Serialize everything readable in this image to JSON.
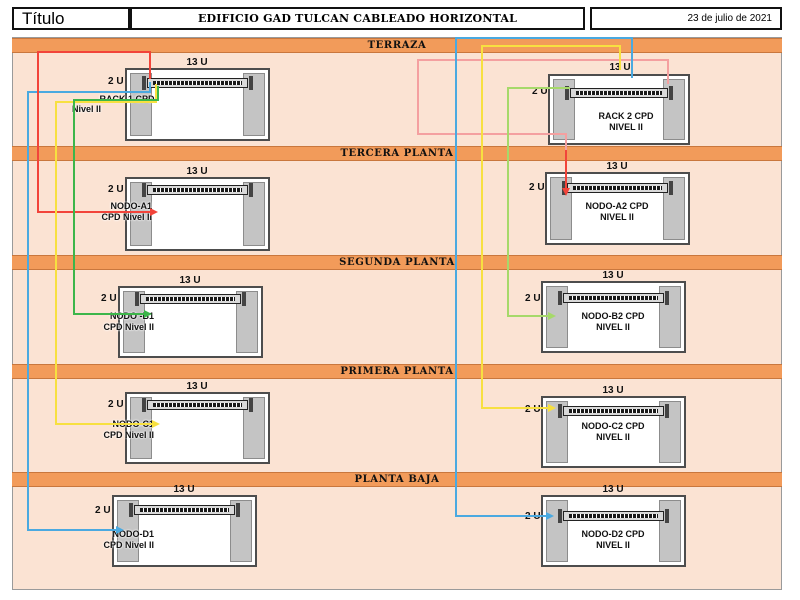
{
  "header": {
    "label": "Título",
    "title": "EDIFICIO GAD TULCAN CABLEADO HORIZONTAL",
    "date": "23 de julio de 2021"
  },
  "floors": [
    "TERRAZA",
    "TERCERA PLANTA",
    "SEGUNDA PLANTA",
    "PRIMERA PLANTA",
    "PLANTA BAJA"
  ],
  "racks": {
    "rack1": {
      "units": "13 U",
      "panel_units": "2 U",
      "line1": "RACK 1 CPD",
      "line2": "Nivel II"
    },
    "rack2": {
      "units": "13 U",
      "panel_units": "2 U",
      "line1": "RACK 2 CPD",
      "line2": "NIVEL II"
    },
    "nodoA1": {
      "units": "13 U",
      "panel_units": "2 U",
      "line1": "NODO-A1",
      "line2": "CPD Nivel II"
    },
    "nodoA2": {
      "units": "13 U",
      "panel_units": "2 U",
      "line1": "NODO-A2 CPD",
      "line2": "NIVEL II"
    },
    "nodoB1": {
      "units": "13 U",
      "panel_units": "2 U",
      "line1": "NODO -B1",
      "line2": "CPD Nivel II"
    },
    "nodoB2": {
      "units": "13 U",
      "panel_units": "2 U",
      "line1": "NODO-B2 CPD",
      "line2": "NIVEL II"
    },
    "nodoC1": {
      "units": "13 U",
      "panel_units": "2 U",
      "line1": "NODO-C1",
      "line2": "CPD Nivel II"
    },
    "nodoC2": {
      "units": "13 U",
      "panel_units": "2 U",
      "line1": "NODO-C2 CPD",
      "line2": "NIVEL II"
    },
    "nodoD1": {
      "units": "13 U",
      "panel_units": "2 U",
      "line1": "NODO-D1",
      "line2": "CPD Nivel II"
    },
    "nodoD2": {
      "units": "13 U",
      "panel_units": "2 U",
      "line1": "NODO-D2 CPD",
      "line2": "NIVEL II"
    }
  },
  "cable_colors": {
    "red": "#f2443a",
    "green": "#3cb64a",
    "yellow": "#f7e040",
    "blue": "#4aa9e0",
    "light_green": "#a6d96a",
    "pink": "#f4a0a0"
  },
  "band_color": "#f29b5a",
  "background_color": "#fbe3d3"
}
